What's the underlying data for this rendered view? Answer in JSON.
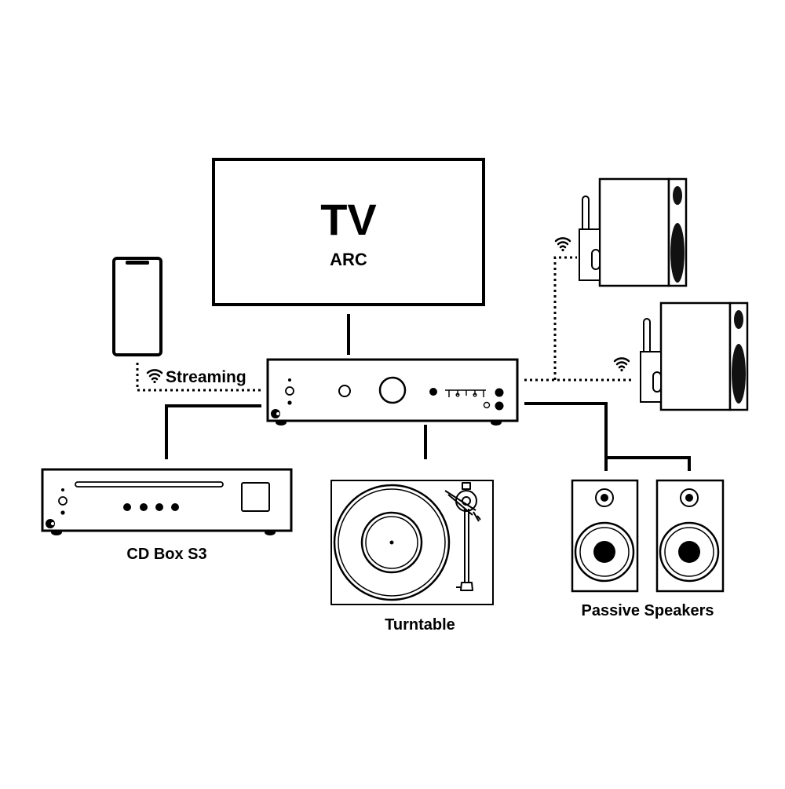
{
  "diagram": {
    "tv": {
      "title": "TV",
      "subtitle": "ARC"
    },
    "streaming_label": "Streaming",
    "cd_label": "CD Box S3",
    "turntable_label": "Turntable",
    "speakers_label": "Passive Speakers",
    "colors": {
      "ink": "#000000",
      "background": "#ffffff",
      "speaker_cone": "#111111"
    },
    "icons": [
      "smartphone-icon",
      "wifi-icon",
      "amplifier-icon",
      "cd-player-icon",
      "turntable-icon",
      "passive-speaker-icon",
      "wireless-speaker-icon"
    ]
  }
}
